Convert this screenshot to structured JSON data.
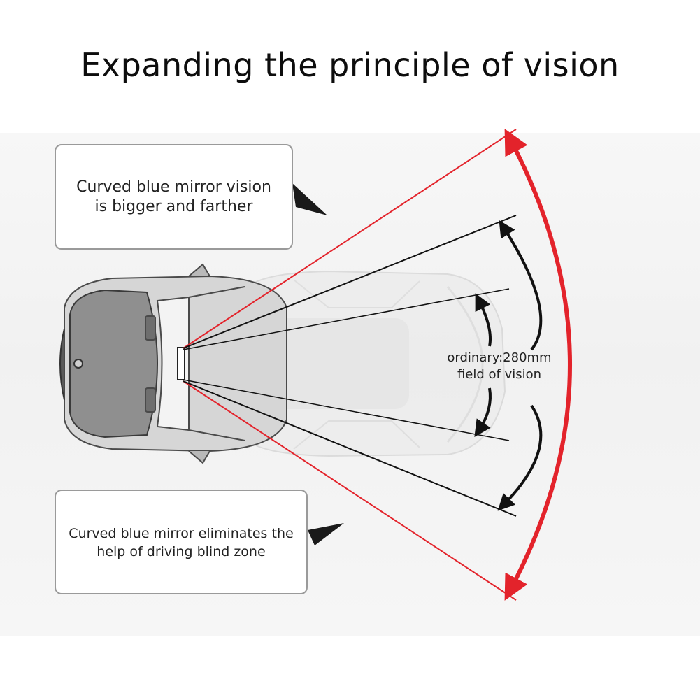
{
  "title": "Expanding the principle of vision",
  "callouts": {
    "top": "Curved blue mirror vision\n is bigger and farther",
    "bottom": "Curved blue mirror eliminates the\nhelp of driving blind zone"
  },
  "field_label": "ordinary:280mm\nfield of vision",
  "colors": {
    "wide_field": "#e3232b",
    "ordinary_field": "#111111",
    "car_outline": "#4a4a4a",
    "callout_border": "#9a9a9a"
  }
}
